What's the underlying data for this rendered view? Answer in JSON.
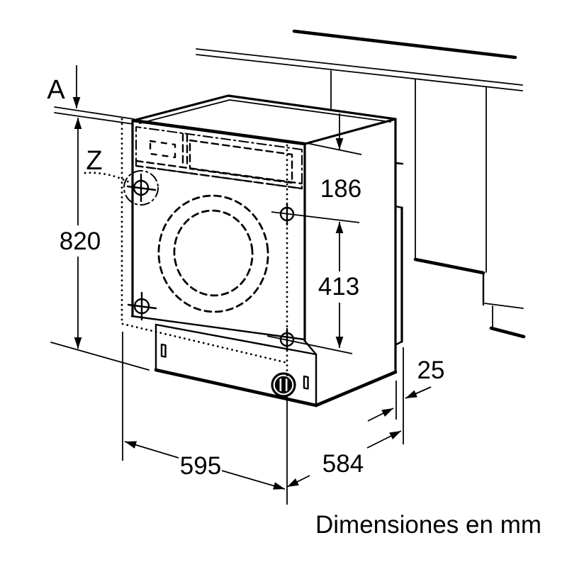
{
  "diagram": {
    "caption": "Dimensiones en mm",
    "labels": {
      "gap_a": "A",
      "detail_z": "Z",
      "niche_height": "820",
      "top_to_upper_hinge": "186",
      "hinge_spacing": "413",
      "side_panel_thickness": "25",
      "appliance_width": "595",
      "appliance_depth": "584"
    },
    "colors": {
      "line": "#000000",
      "background": "#ffffff"
    }
  }
}
